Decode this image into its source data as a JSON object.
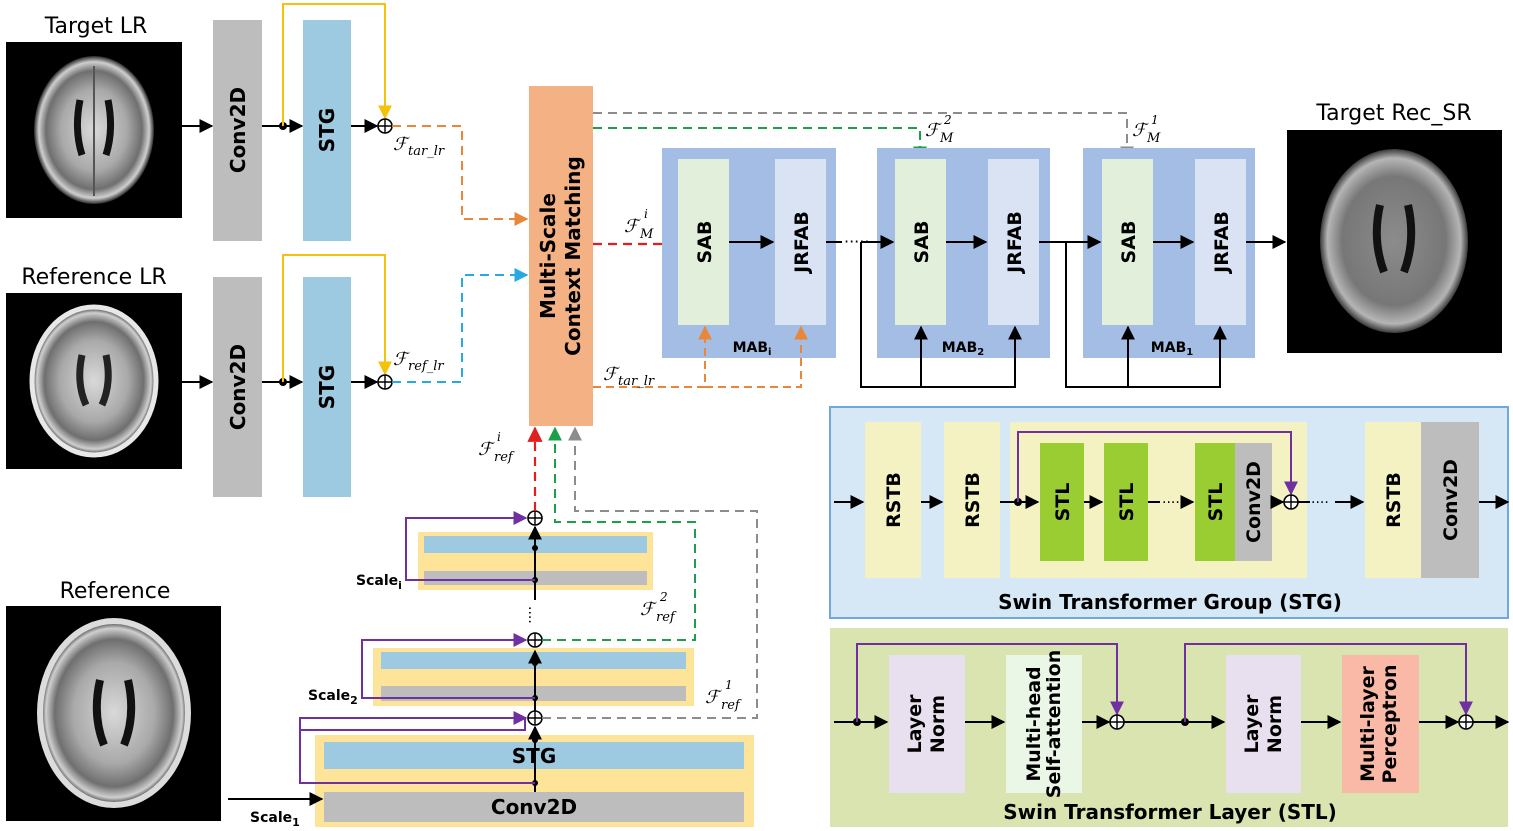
{
  "images": {
    "target_lr": "Target LR",
    "reference_lr": "Reference LR",
    "reference": "Reference",
    "target_rec_sr": "Target Rec_SR"
  },
  "blocks": {
    "conv2d": "Conv2D",
    "stg": "STG",
    "mscm_line1": "Multi-Scale",
    "mscm_line2": "Context Matching",
    "sab": "SAB",
    "jrfab": "JRFAB",
    "mab_i": "MAB",
    "mab_i_sub": "i",
    "mab_2": "MAB",
    "mab_2_sub": "2",
    "mab_1": "MAB",
    "mab_1_sub": "1",
    "rstb": "RSTB",
    "stl": "STL",
    "layer_norm_1": "Layer",
    "layer_norm_2": "Norm",
    "mhsa_1": "Multi-head",
    "mhsa_2": "Self-attention",
    "mlp_1": "Multi-layer",
    "mlp_2": "Perceptron"
  },
  "scales": {
    "scale_i": "Scale",
    "scale_i_sub": "i",
    "scale_2": "Scale",
    "scale_2_sub": "2",
    "scale_1": "Scale",
    "scale_1_sub": "1"
  },
  "features": {
    "F": "ℱ",
    "tar_lr": "tar_lr",
    "ref_lr": "ref_lr",
    "M": "M",
    "ref": "ref",
    "i": "i",
    "two": "2",
    "one": "1"
  },
  "panels": {
    "stg_title": "Swin Transformer Group (STG)",
    "stl_title": "Swin Transformer Layer (STL)"
  },
  "colors": {
    "conv_gray": "#bdbdbd",
    "stg_blue": "#9ecae1",
    "mscm_orange": "#f4b183",
    "mab_blue": "#a4bde4",
    "sab_green": "#e2efda",
    "jrfab_lav": "#dae3f3",
    "stg_panel": "#d6e8f5",
    "stl_panel": "#d9e4b0",
    "rstb_yellow": "#f4f2c3",
    "stl_green": "#9acd32",
    "scale_yellow": "#fde498",
    "ln_purple": "#e8e0ee",
    "mhsa_mint": "#eaf7e6",
    "mlp_salmon": "#f9b9a6",
    "skip_purple": "#7030a0",
    "skip_gold": "#f4c20d",
    "arrow_orange": "#e8873a",
    "arrow_cyan": "#27a9e1",
    "arrow_red": "#e02020",
    "arrow_green": "#1aa04a",
    "arrow_gray": "#8c8c8c"
  }
}
